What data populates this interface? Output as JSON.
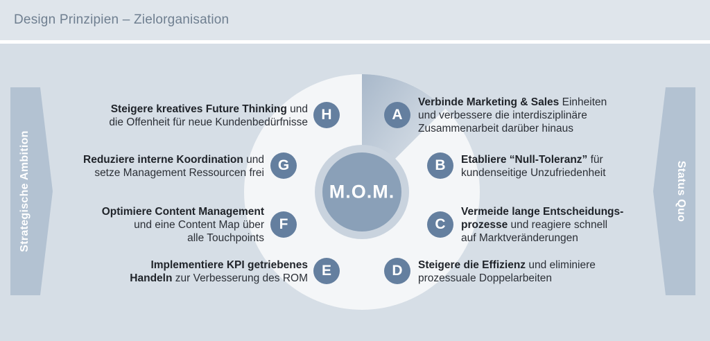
{
  "header": {
    "title": "Design Prinzipien – Zielorganisation"
  },
  "left_arrow": {
    "label": "Strategische Ambition"
  },
  "right_arrow": {
    "label": "Status Quo"
  },
  "center": {
    "label": "M.O.M."
  },
  "colors": {
    "badge": "#647f9f",
    "center": "#8aa0b8",
    "ring": "#c9d3de",
    "wedge": "#a8b8ca",
    "arrow": "#b3c2d2"
  },
  "items": {
    "A": {
      "letter": "A",
      "bold": "Verbinde Marketing & Sales",
      "rest1": " Einheiten",
      "line2": "und verbessere die interdisziplinäre",
      "line3": "Zusammenarbeit darüber hinaus"
    },
    "B": {
      "letter": "B",
      "bold": "Etabliere “Null-Toleranz”",
      "rest1": " für",
      "line2": "kundenseitige Unzufriedenheit"
    },
    "C": {
      "letter": "C",
      "bold1": "Vermeide lange Entscheidungs-",
      "bold2": "prozesse",
      "rest2": " und reagiere schnell",
      "line3": "auf Marktveränderungen"
    },
    "D": {
      "letter": "D",
      "bold": "Steigere die Effizienz",
      "rest1": " und eliminiere",
      "line2": "prozessuale Doppelarbeiten"
    },
    "E": {
      "letter": "E",
      "bold1": "Implementiere KPI getriebenes",
      "bold2": "Handeln",
      "rest2": " zur Verbesserung des ROM"
    },
    "F": {
      "letter": "F",
      "bold": "Optimiere Content Management",
      "line2": "und eine Content Map über",
      "line3": "alle Touchpoints"
    },
    "G": {
      "letter": "G",
      "bold": "Reduziere interne Koordination",
      "rest1": " und",
      "line2": "setze Management Ressourcen frei"
    },
    "H": {
      "letter": "H",
      "bold": "Steigere kreatives Future Thinking",
      "rest1": " und",
      "line2": "die Offenheit für neue Kundenbedürfnisse"
    }
  }
}
